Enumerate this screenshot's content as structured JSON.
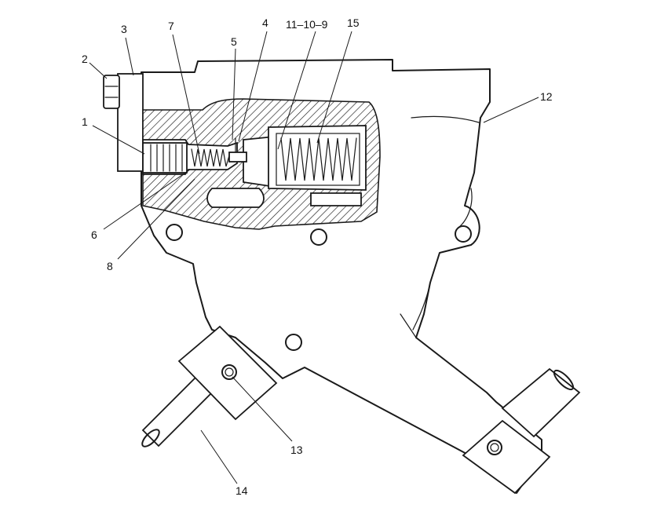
{
  "diagram": {
    "ink_color": "#1a1a1a",
    "background": "#ffffff",
    "callouts": {
      "c1": "1",
      "c2": "2",
      "c3": "3",
      "c4": "4",
      "c5": "5",
      "c6": "6",
      "c7": "7",
      "c8": "8",
      "c11_10_9": "11–10–9",
      "c12": "12",
      "c13": "13",
      "c14": "14",
      "c15": "15"
    }
  }
}
